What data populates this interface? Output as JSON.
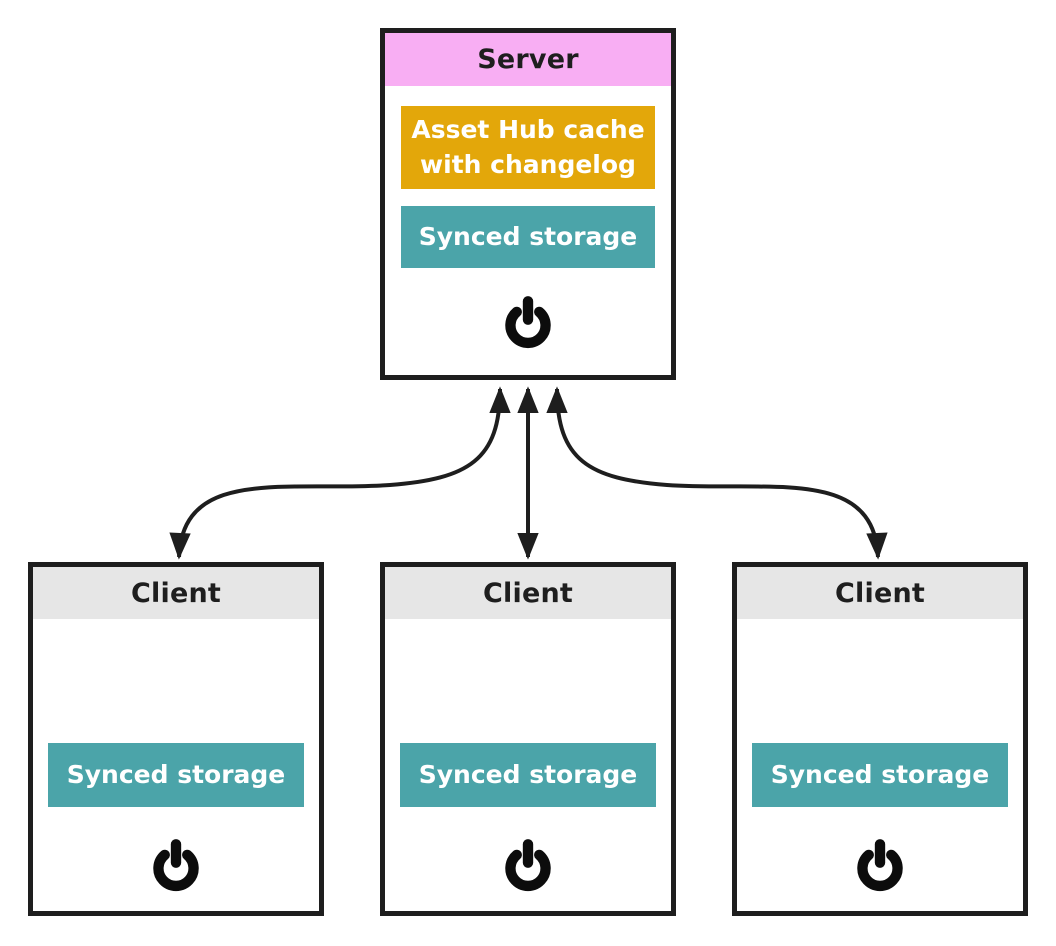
{
  "diagram": {
    "colors": {
      "ink": "#1e1e1e",
      "pink": "#f8aef3",
      "orange": "#e3a70a",
      "teal": "#4ba4a9",
      "gray": "#e6e6e6"
    },
    "server": {
      "title": "Server",
      "cache_label": "Asset Hub cache with changelog",
      "storage_label": "Synced storage"
    },
    "clients": [
      {
        "title": "Client",
        "storage_label": "Synced storage"
      },
      {
        "title": "Client",
        "storage_label": "Synced storage"
      },
      {
        "title": "Client",
        "storage_label": "Synced storage"
      }
    ]
  }
}
